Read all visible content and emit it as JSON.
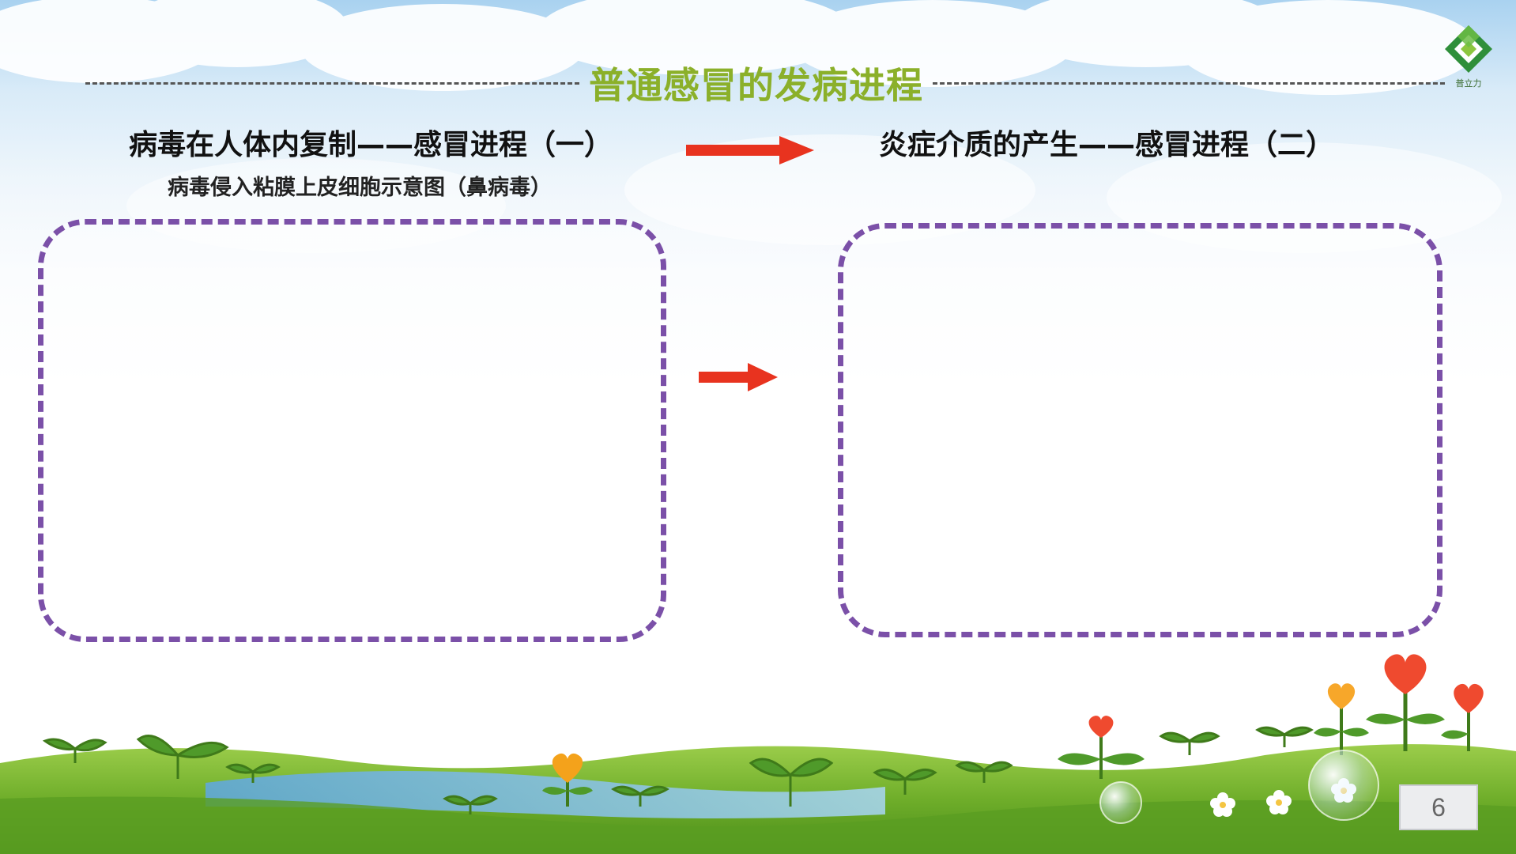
{
  "slide": {
    "title": "普通感冒的发病进程",
    "left_heading": "病毒在人体内复制——感冒进程（一）",
    "left_caption": "病毒侵入粘膜上皮细胞示意图（鼻病毒）",
    "right_heading": "炎症介质的产生——感冒进程（二）",
    "page_number": "6"
  },
  "logo": {
    "text": "普立力",
    "icon": "diamond-logo-icon"
  },
  "colors": {
    "title": "#8bb02a",
    "panel_border": "#7b50a8",
    "arrow": "#e8331f"
  }
}
